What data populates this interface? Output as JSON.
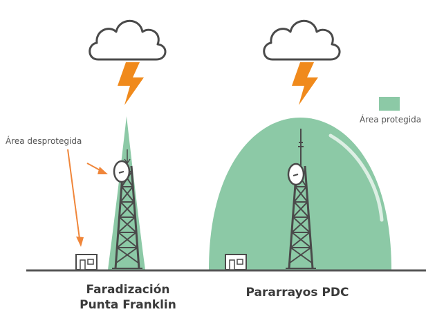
{
  "labels": {
    "unprotected_area": "Área desprotegida",
    "protected_area": "Área protegida"
  },
  "captions": {
    "franklin_line1": "Faradización",
    "franklin_line2": "Punta Franklin",
    "pdc": "Pararrayos PDC"
  },
  "colors": {
    "protected_zone": "#8cc9a6",
    "lightning": "#f08a1c",
    "arrow": "#f0863a",
    "outline": "#4a4a4a",
    "ground": "#555555"
  },
  "icons": [
    "cloud-icon",
    "lightning-bolt-icon",
    "antenna-tower-icon",
    "building-icon"
  ]
}
